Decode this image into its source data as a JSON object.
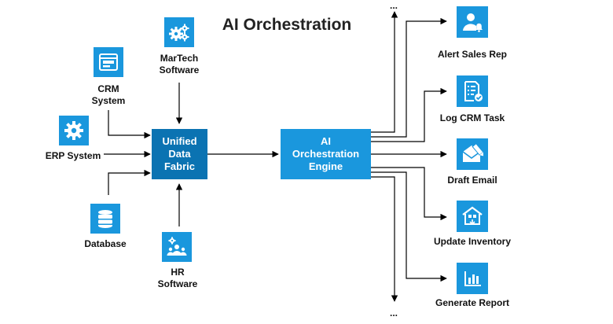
{
  "title": "AI Orchestration",
  "colors": {
    "tile": "#1a97dd",
    "data_fabric": "#0b73b2",
    "engine": "#1a97dd",
    "line": "#000000"
  },
  "sources": {
    "martech": {
      "label": "MarTech\nSoftware",
      "icon": "gears-icon"
    },
    "crm": {
      "label": "CRM\nSystem",
      "icon": "crm-window-icon"
    },
    "erp": {
      "label": "ERP System",
      "icon": "gear-icon"
    },
    "database": {
      "label": "Database",
      "icon": "database-icon"
    },
    "hr": {
      "label": "HR\nSoftware",
      "icon": "people-gear-icon"
    }
  },
  "hubs": {
    "data_fabric": "Unified\nData\nFabric",
    "engine": "AI\nOrchestration\nEngine"
  },
  "actions": [
    {
      "label": "Alert Sales Rep",
      "icon": "user-bell-icon"
    },
    {
      "label": "Log CRM Task",
      "icon": "checklist-icon"
    },
    {
      "label": "Draft Email",
      "icon": "email-pencil-icon"
    },
    {
      "label": "Update Inventory",
      "icon": "warehouse-icon"
    },
    {
      "label": "Generate Report",
      "icon": "bar-chart-icon"
    }
  ],
  "ellipsis": "..."
}
